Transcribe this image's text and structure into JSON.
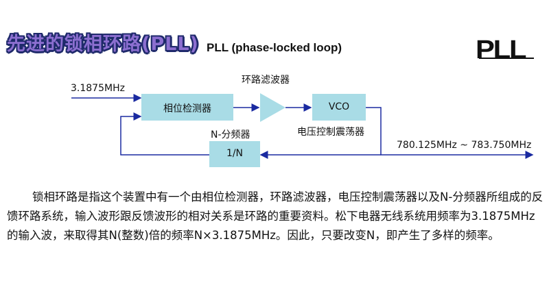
{
  "header": {
    "title": "先进的锁相环路(PLL)",
    "subtitle": "PLL (phase-locked loop)",
    "logo": "PLL"
  },
  "diagram": {
    "input_freq": "3.1875MHz",
    "phase_detector": "相位检测器",
    "loop_filter": "环路滤波器",
    "vco": "VCO",
    "vco_caption": "电压控制震荡器",
    "divider_caption": "N-分频器",
    "divider": "1/N",
    "output_freq": "780.125MHz ~ 783.750MHz"
  },
  "colors": {
    "box_fill": "#a9dce6",
    "title_outline": "#1f2a6b",
    "line_color": "#1a2aa0"
  },
  "body_text": "锁相环路是指这个装置中有一个由相位检测器，环路滤波器，电压控制震荡器以及N-分频器所组成的反馈环路系统，输入波形跟反馈波形的相对关系是环路的重要资料。松下电器无线系统用频率为3.1875MHz的输入波，来取得其N(整数)倍的频率N×3.1875MHz。因此，只要改变N，即产生了多样的频率。"
}
